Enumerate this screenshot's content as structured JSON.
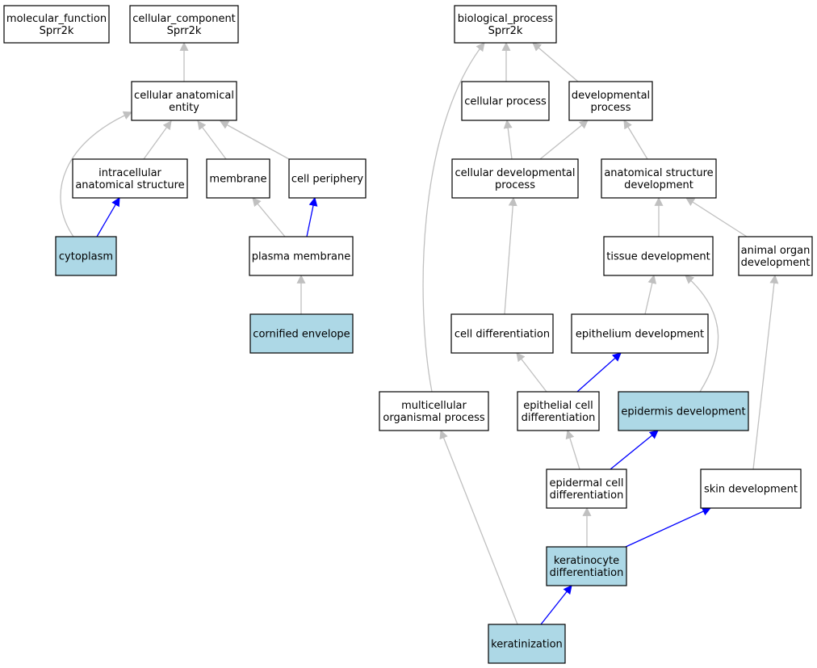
{
  "colors": {
    "highlight_fill": "#add8e6",
    "plain_fill": "#ffffff",
    "gray_edge": "#c0c0c0",
    "blue_edge": "#0000ff"
  },
  "nodes": [
    {
      "id": "molecular_function",
      "lines": [
        "molecular_function",
        "Sprr2k"
      ],
      "highlight": false
    },
    {
      "id": "cellular_component",
      "lines": [
        "cellular_component",
        "Sprr2k"
      ],
      "highlight": false
    },
    {
      "id": "biological_process",
      "lines": [
        "biological_process",
        "Sprr2k"
      ],
      "highlight": false
    },
    {
      "id": "cellular_anatomical_entity",
      "lines": [
        "cellular anatomical",
        "entity"
      ],
      "highlight": false
    },
    {
      "id": "intracellular_anatomical_structure",
      "lines": [
        "intracellular",
        "anatomical structure"
      ],
      "highlight": false
    },
    {
      "id": "membrane",
      "lines": [
        "membrane"
      ],
      "highlight": false
    },
    {
      "id": "cell_periphery",
      "lines": [
        "cell periphery"
      ],
      "highlight": false
    },
    {
      "id": "cytoplasm",
      "lines": [
        "cytoplasm"
      ],
      "highlight": true
    },
    {
      "id": "plasma_membrane",
      "lines": [
        "plasma membrane"
      ],
      "highlight": false
    },
    {
      "id": "cornified_envelope",
      "lines": [
        "cornified envelope"
      ],
      "highlight": true
    },
    {
      "id": "cellular_process",
      "lines": [
        "cellular process"
      ],
      "highlight": false
    },
    {
      "id": "developmental_process",
      "lines": [
        "developmental",
        "process"
      ],
      "highlight": false
    },
    {
      "id": "cellular_developmental_process",
      "lines": [
        "cellular developmental",
        "process"
      ],
      "highlight": false
    },
    {
      "id": "anatomical_structure_development",
      "lines": [
        "anatomical structure",
        "development"
      ],
      "highlight": false
    },
    {
      "id": "tissue_development",
      "lines": [
        "tissue development"
      ],
      "highlight": false
    },
    {
      "id": "animal_organ_development",
      "lines": [
        "animal organ",
        "development"
      ],
      "highlight": false
    },
    {
      "id": "cell_differentiation",
      "lines": [
        "cell differentiation"
      ],
      "highlight": false
    },
    {
      "id": "epithelium_development",
      "lines": [
        "epithelium development"
      ],
      "highlight": false
    },
    {
      "id": "multicellular_organismal_process",
      "lines": [
        "multicellular",
        "organismal process"
      ],
      "highlight": false
    },
    {
      "id": "epithelial_cell_differentiation",
      "lines": [
        "epithelial cell",
        "differentiation"
      ],
      "highlight": false
    },
    {
      "id": "epidermis_development",
      "lines": [
        "epidermis development"
      ],
      "highlight": true
    },
    {
      "id": "epidermal_cell_differentiation",
      "lines": [
        "epidermal cell",
        "differentiation"
      ],
      "highlight": false
    },
    {
      "id": "skin_development",
      "lines": [
        "skin development"
      ],
      "highlight": false
    },
    {
      "id": "keratinocyte_differentiation",
      "lines": [
        "keratinocyte",
        "differentiation"
      ],
      "highlight": true
    },
    {
      "id": "keratinization",
      "lines": [
        "keratinization"
      ],
      "highlight": true
    }
  ],
  "edges": [
    {
      "from": "cellular_anatomical_entity",
      "to": "cellular_component",
      "color": "gray"
    },
    {
      "from": "intracellular_anatomical_structure",
      "to": "cellular_anatomical_entity",
      "color": "gray"
    },
    {
      "from": "membrane",
      "to": "cellular_anatomical_entity",
      "color": "gray"
    },
    {
      "from": "cell_periphery",
      "to": "cellular_anatomical_entity",
      "color": "gray"
    },
    {
      "from": "cytoplasm",
      "to": "cellular_anatomical_entity",
      "color": "gray"
    },
    {
      "from": "cytoplasm",
      "to": "intracellular_anatomical_structure",
      "color": "blue"
    },
    {
      "from": "plasma_membrane",
      "to": "membrane",
      "color": "gray"
    },
    {
      "from": "plasma_membrane",
      "to": "cell_periphery",
      "color": "blue"
    },
    {
      "from": "cornified_envelope",
      "to": "plasma_membrane",
      "color": "gray"
    },
    {
      "from": "cellular_process",
      "to": "biological_process",
      "color": "gray"
    },
    {
      "from": "developmental_process",
      "to": "biological_process",
      "color": "gray"
    },
    {
      "from": "multicellular_organismal_process",
      "to": "biological_process",
      "color": "gray"
    },
    {
      "from": "cellular_developmental_process",
      "to": "cellular_process",
      "color": "gray"
    },
    {
      "from": "cellular_developmental_process",
      "to": "developmental_process",
      "color": "gray"
    },
    {
      "from": "anatomical_structure_development",
      "to": "developmental_process",
      "color": "gray"
    },
    {
      "from": "tissue_development",
      "to": "anatomical_structure_development",
      "color": "gray"
    },
    {
      "from": "animal_organ_development",
      "to": "anatomical_structure_development",
      "color": "gray"
    },
    {
      "from": "cell_differentiation",
      "to": "cellular_developmental_process",
      "color": "gray"
    },
    {
      "from": "epithelium_development",
      "to": "tissue_development",
      "color": "gray"
    },
    {
      "from": "epidermis_development",
      "to": "tissue_development",
      "color": "gray"
    },
    {
      "from": "epithelial_cell_differentiation",
      "to": "cell_differentiation",
      "color": "gray"
    },
    {
      "from": "epithelial_cell_differentiation",
      "to": "epithelium_development",
      "color": "blue"
    },
    {
      "from": "epidermal_cell_differentiation",
      "to": "epithelial_cell_differentiation",
      "color": "gray"
    },
    {
      "from": "epidermal_cell_differentiation",
      "to": "epidermis_development",
      "color": "blue"
    },
    {
      "from": "skin_development",
      "to": "animal_organ_development",
      "color": "gray"
    },
    {
      "from": "keratinocyte_differentiation",
      "to": "epidermal_cell_differentiation",
      "color": "gray"
    },
    {
      "from": "keratinocyte_differentiation",
      "to": "skin_development",
      "color": "blue"
    },
    {
      "from": "keratinization",
      "to": "keratinocyte_differentiation",
      "color": "blue"
    },
    {
      "from": "keratinization",
      "to": "multicellular_organismal_process",
      "color": "gray"
    }
  ]
}
